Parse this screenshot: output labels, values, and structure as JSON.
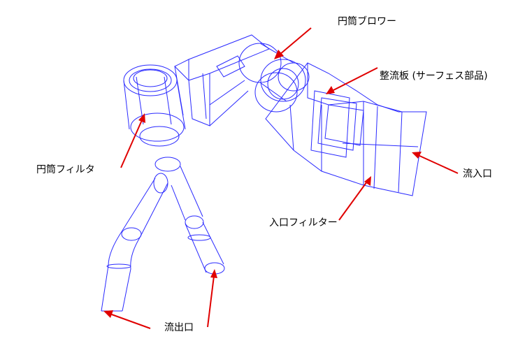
{
  "labels": {
    "blower": "円筒ブロワー",
    "straightener": "整流板 (サーフェス部品)",
    "cyl_filter": "円筒フィルタ",
    "inlet": "流入口",
    "inlet_filter": "入口フィルター",
    "outlet": "流出口"
  },
  "colors": {
    "wire": "#2a2aff",
    "arrow": "#e00000"
  }
}
